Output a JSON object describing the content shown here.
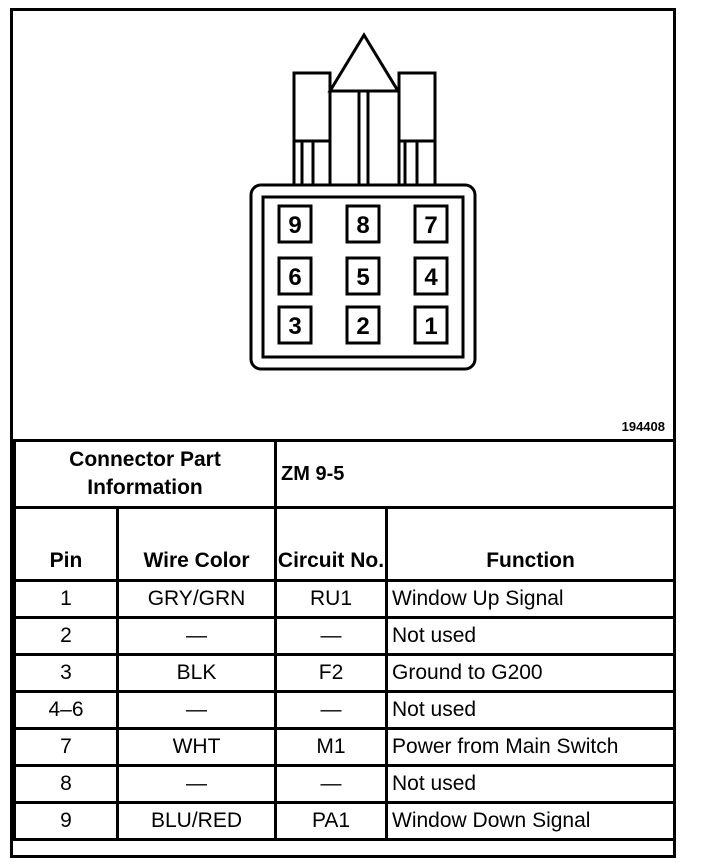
{
  "figure_id": "194408",
  "connector": {
    "part_info_label": "Connector Part Information",
    "part_info_value": "ZM 9-5",
    "pin_labels": [
      "9",
      "8",
      "7",
      "6",
      "5",
      "4",
      "3",
      "2",
      "1"
    ]
  },
  "table": {
    "headers": {
      "pin": "Pin",
      "wire_color": "Wire Color",
      "circuit": "Circuit No.",
      "function": "Function"
    },
    "rows": [
      {
        "pin": "1",
        "wire_color": "GRY/GRN",
        "circuit": "RU1",
        "function": "Window Up Signal"
      },
      {
        "pin": "2",
        "wire_color": "—",
        "circuit": "—",
        "function": "Not used"
      },
      {
        "pin": "3",
        "wire_color": "BLK",
        "circuit": "F2",
        "function": "Ground to G200"
      },
      {
        "pin": "4–6",
        "wire_color": "—",
        "circuit": "—",
        "function": "Not used"
      },
      {
        "pin": "7",
        "wire_color": "WHT",
        "circuit": "M1",
        "function": "Power from Main Switch"
      },
      {
        "pin": "8",
        "wire_color": "—",
        "circuit": "—",
        "function": "Not used"
      },
      {
        "pin": "9",
        "wire_color": "BLU/RED",
        "circuit": "PA1",
        "function": "Window Down Signal"
      }
    ]
  }
}
